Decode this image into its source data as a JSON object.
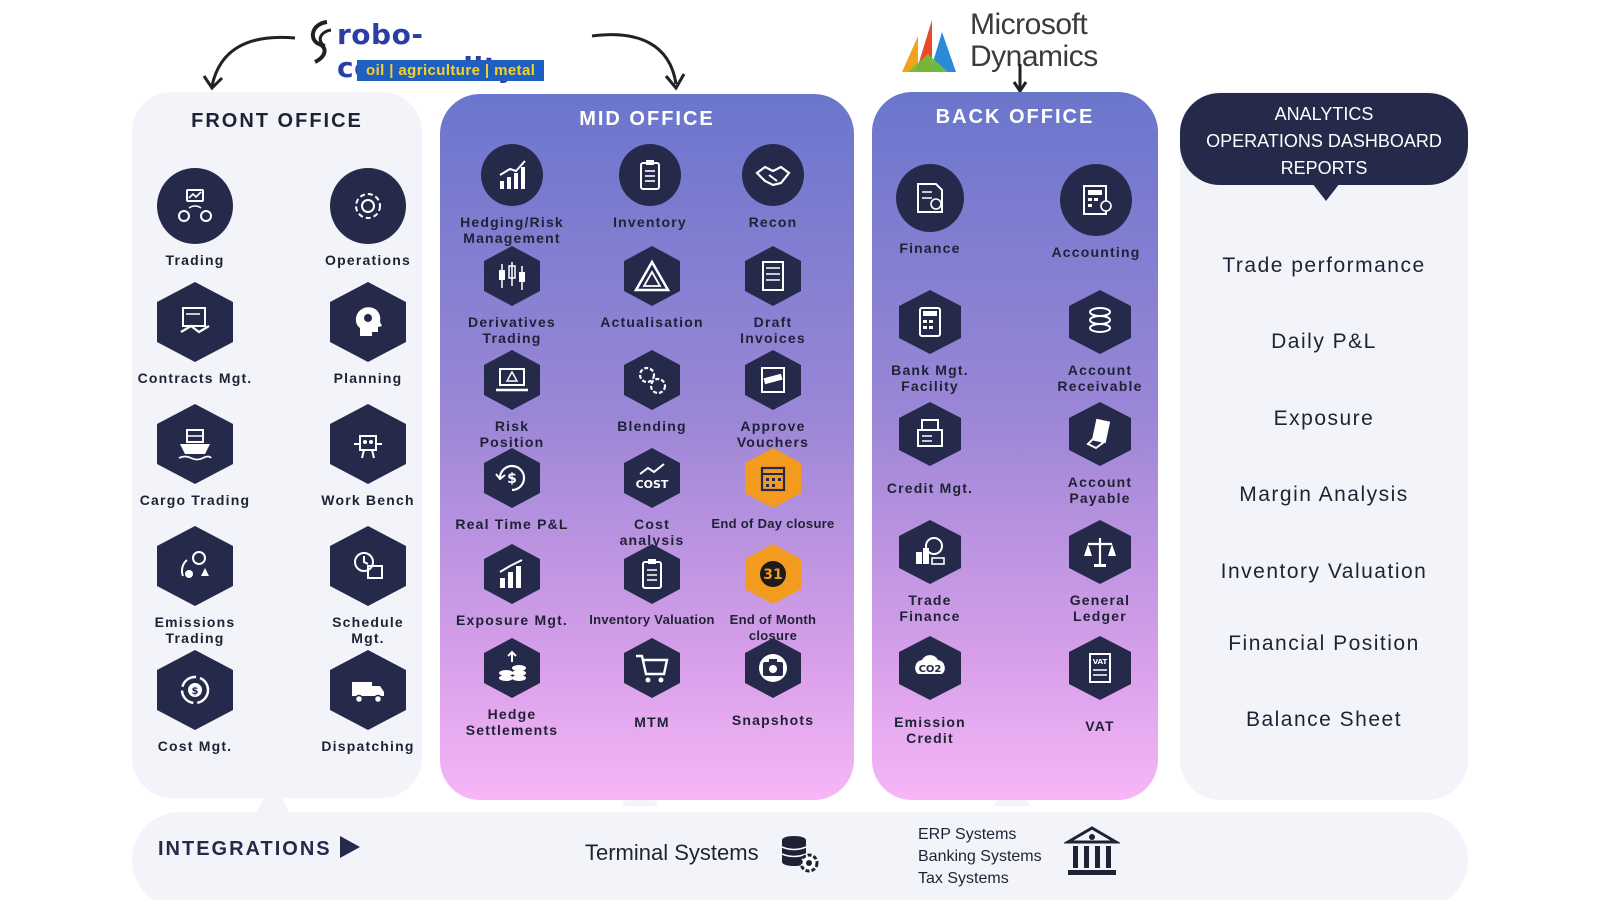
{
  "logos": {
    "robo": {
      "name": "robo-commodity",
      "tagline": "oil | agriculture | metal"
    },
    "microsoft": {
      "line1": "Microsoft",
      "line2": "Dynamics"
    }
  },
  "panels": {
    "front_office": {
      "title": "FRONT OFFICE",
      "items": [
        {
          "label": "Trading",
          "icon": "trading-icon"
        },
        {
          "label": "Operations",
          "icon": "gear-icon"
        },
        {
          "label": "Contracts Mgt.",
          "icon": "contract-handshake-icon"
        },
        {
          "label": "Planning",
          "icon": "head-gears-icon"
        },
        {
          "label": "Cargo Trading",
          "icon": "ship-icon"
        },
        {
          "label": "Work Bench",
          "icon": "workbench-icon"
        },
        {
          "label": "Emissions\nTrading",
          "icon": "emissions-icon"
        },
        {
          "label": "Schedule\nMgt.",
          "icon": "schedule-icon"
        },
        {
          "label": "Cost Mgt.",
          "icon": "cost-cycle-icon"
        },
        {
          "label": "Dispatching",
          "icon": "truck-icon"
        }
      ]
    },
    "mid_office": {
      "title": "MID OFFICE",
      "items": [
        {
          "label": "Hedging/Risk\nManagement",
          "icon": "growth-chart-icon"
        },
        {
          "label": "Inventory",
          "icon": "clipboard-icon"
        },
        {
          "label": "Recon",
          "icon": "handshake-icon"
        },
        {
          "label": "Derivatives\nTrading",
          "icon": "candlestick-icon"
        },
        {
          "label": "Actualisation",
          "icon": "triangle-icon"
        },
        {
          "label": "Draft\nInvoices",
          "icon": "invoice-icon"
        },
        {
          "label": "Risk\nPosition",
          "icon": "warning-laptop-icon"
        },
        {
          "label": "Blending",
          "icon": "blending-gears-icon"
        },
        {
          "label": "Approve\nVouchers",
          "icon": "voucher-icon"
        },
        {
          "label": "Real Time P&L",
          "icon": "dollar-cycle-icon"
        },
        {
          "label": "Cost\nanalysis",
          "icon": "cost-badge-icon"
        },
        {
          "label": "End of Day closure",
          "icon": "calendar-icon"
        },
        {
          "label": "Exposure Mgt.",
          "icon": "bar-chart-icon"
        },
        {
          "label": "Inventory Valuation",
          "icon": "clipboard-icon"
        },
        {
          "label": "End of Month\nclosure",
          "icon": "calendar-31-icon"
        },
        {
          "label": "Hedge\nSettlements",
          "icon": "coins-icon"
        },
        {
          "label": "MTM",
          "icon": "cart-icon"
        },
        {
          "label": "Snapshots",
          "icon": "camera-icon"
        }
      ]
    },
    "back_office": {
      "title": "BACK OFFICE",
      "items": [
        {
          "label": "Finance",
          "icon": "finance-doc-icon"
        },
        {
          "label": "Accounting",
          "icon": "calculator-doc-icon"
        },
        {
          "label": "Bank Mgt.\nFacility",
          "icon": "calculator-icon"
        },
        {
          "label": "Account\nReceivable",
          "icon": "coin-stack-icon"
        },
        {
          "label": "Credit Mgt.",
          "icon": "fax-icon"
        },
        {
          "label": "Account\nPayable",
          "icon": "payable-icon"
        },
        {
          "label": "Trade\nFinance",
          "icon": "trade-finance-icon"
        },
        {
          "label": "General\nLedger",
          "icon": "scales-icon"
        },
        {
          "label": "Emission\nCredit",
          "icon": "co2-icon"
        },
        {
          "label": "VAT",
          "icon": "vat-doc-icon"
        }
      ]
    },
    "analytics": {
      "header": [
        "ANALYTICS",
        "OPERATIONS DASHBOARD",
        "REPORTS"
      ],
      "reports": [
        "Trade performance",
        "Daily P&L",
        "Exposure",
        "Margin Analysis",
        "Inventory Valuation",
        "Financial Position",
        "Balance Sheet"
      ]
    }
  },
  "integrations": {
    "label": "INTEGRATIONS",
    "terminal": "Terminal Systems",
    "erp": [
      "ERP Systems",
      "Banking Systems",
      "Tax Systems"
    ]
  },
  "colors": {
    "navy": "#262a4a",
    "orange": "#f39b1f",
    "panel_light": "#f3f4f9",
    "gradient_top": "#6a76cc",
    "gradient_bottom": "#f6b6f7"
  }
}
